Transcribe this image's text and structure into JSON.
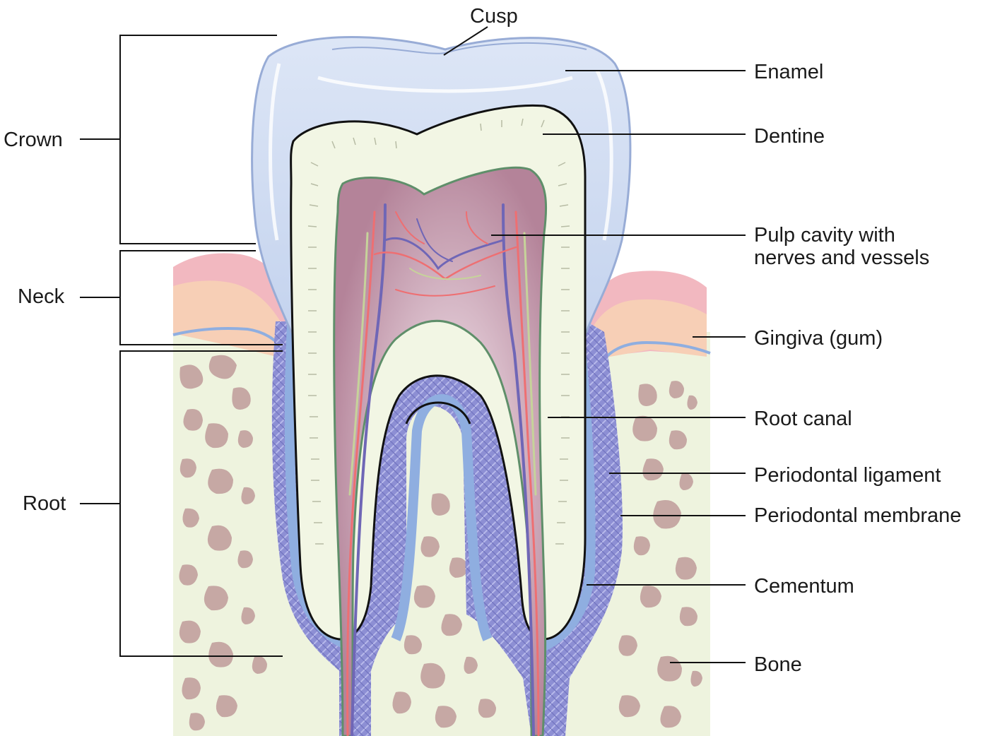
{
  "labels": {
    "cusp": "Cusp",
    "enamel": "Enamel",
    "dentine": "Dentine",
    "pulp_line1": "Pulp cavity with",
    "pulp_line2": "nerves and vessels",
    "gingiva": "Gingiva (gum)",
    "root_canal": "Root canal",
    "periodontal_ligament": "Periodontal ligament",
    "periodontal_membrane": "Periodontal membrane",
    "cementum": "Cementum",
    "bone": "Bone",
    "crown": "Crown",
    "neck": "Neck",
    "root": "Root"
  },
  "colors": {
    "enamel": "#c9d6ee",
    "enamel_edge": "#98acd6",
    "dentine": "#f2f6e4",
    "pulp": "#b98aa5",
    "pulp_light": "#f3e4ee",
    "gum_pink": "#f2b8c0",
    "gum_peach": "#f7cfb6",
    "bone": "#eef3de",
    "bone_spot": "#c6a8a4",
    "ligament": "#8f8fd2",
    "cementum": "#8faee0",
    "artery": "#ee6f72",
    "vein": "#6f66b6",
    "nerve": "#c6d39a"
  }
}
